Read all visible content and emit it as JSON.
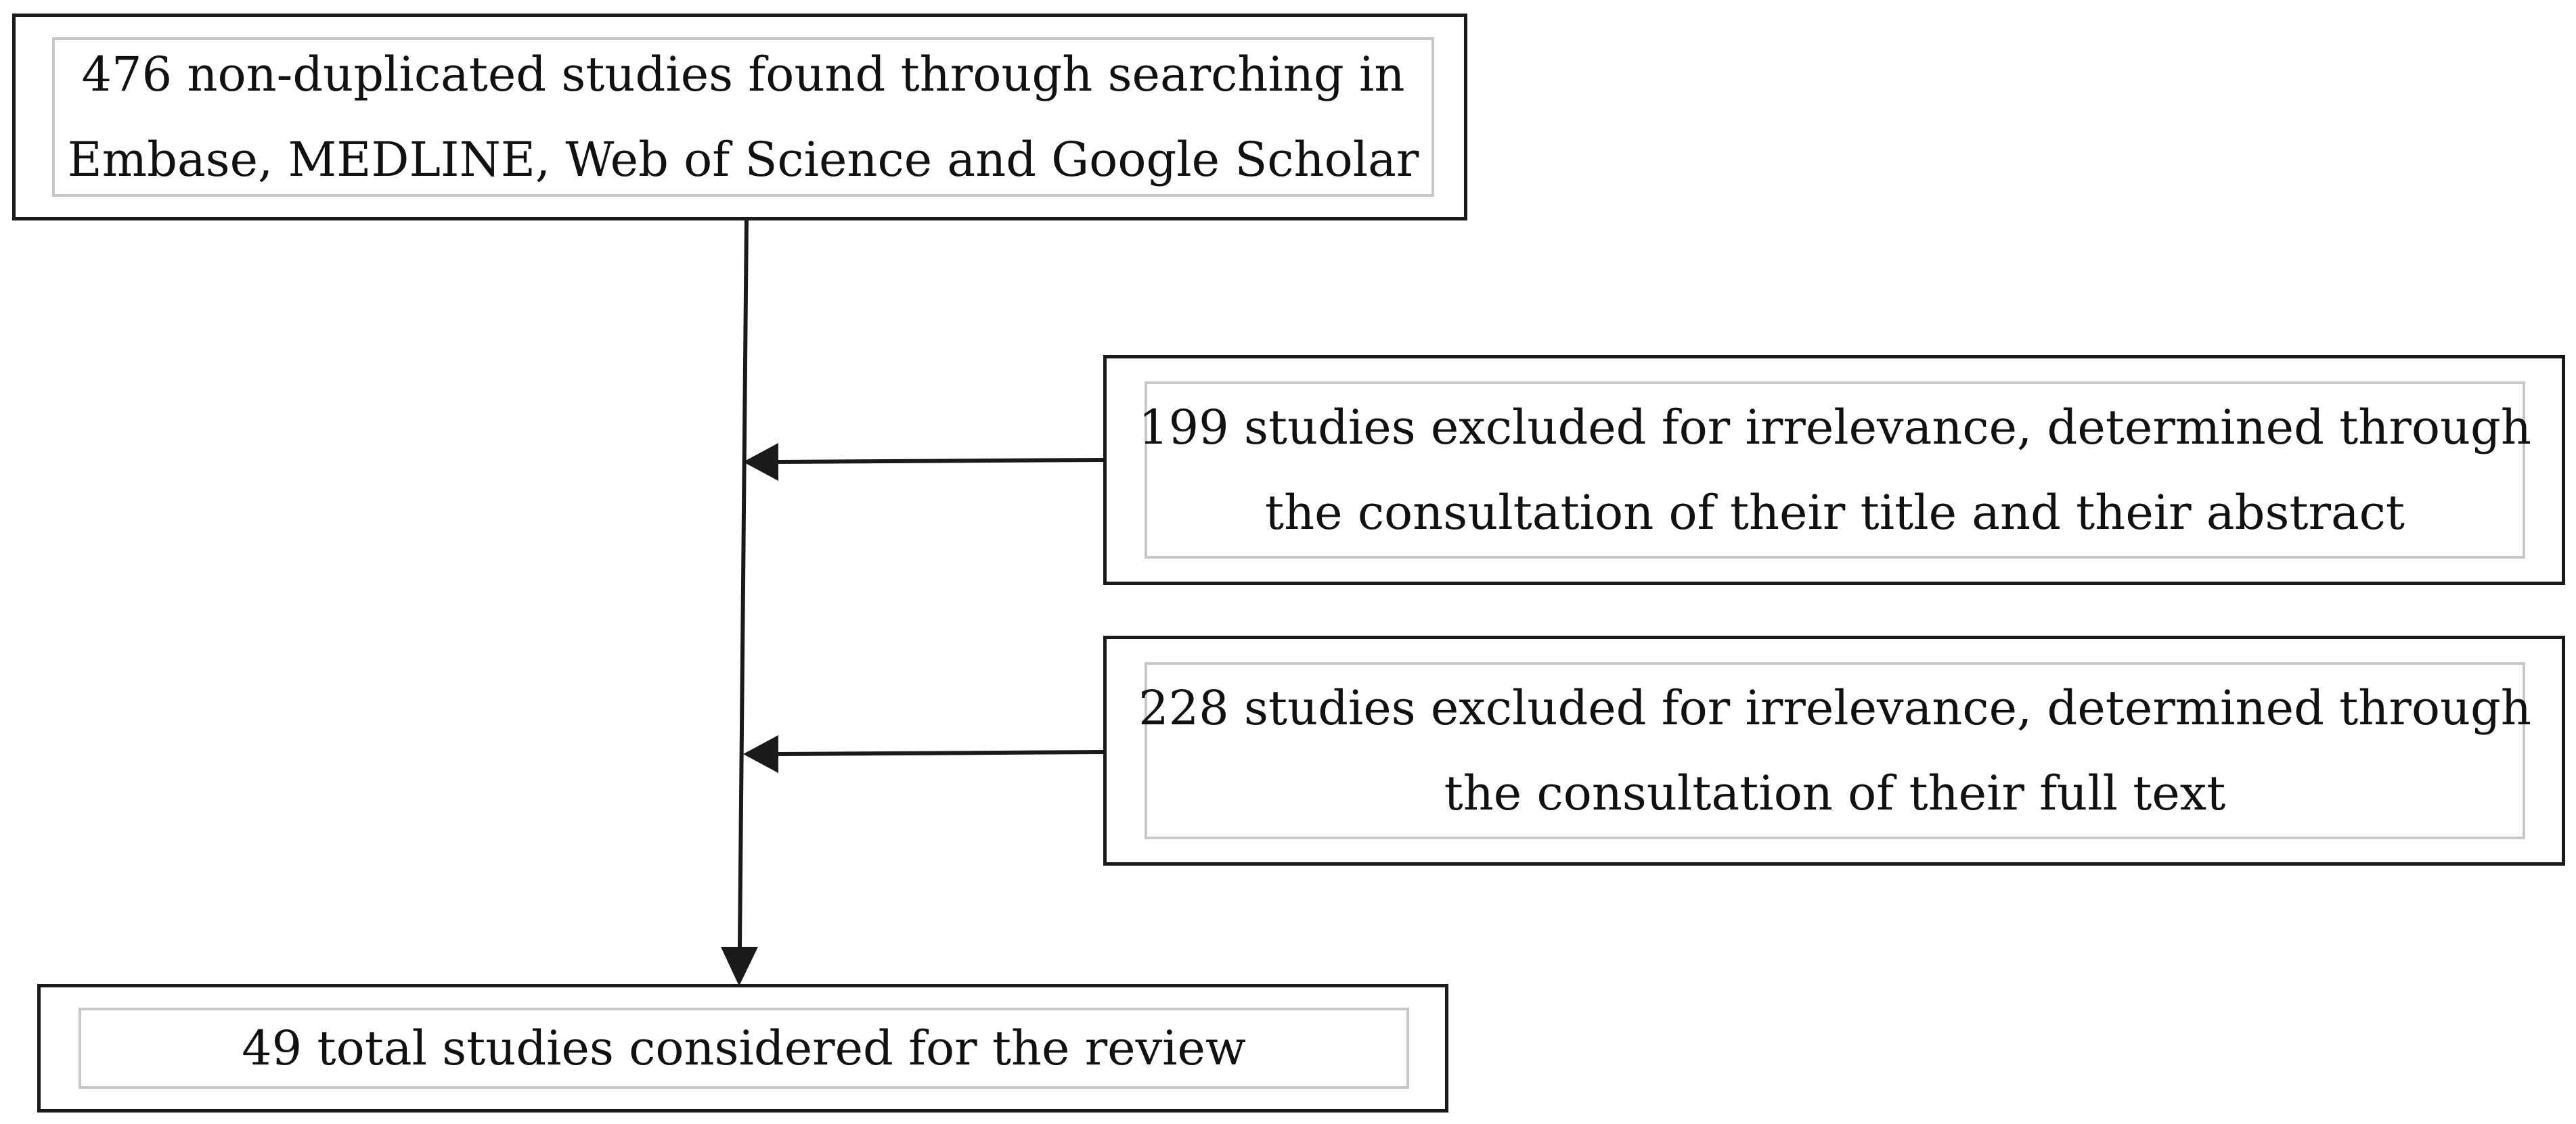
{
  "boxes": {
    "start": {
      "line1": "476 non-duplicated studies found through searching in",
      "line2": "Embase, MEDLINE, Web of Science and Google Scholar"
    },
    "exclusion1": {
      "line1": "199 studies excluded for irrelevance, determined through",
      "line2": "the consultation of their title and their abstract"
    },
    "exclusion2": {
      "line1": "228 studies excluded for irrelevance, determined through",
      "line2": "the consultation of their full text"
    },
    "result": {
      "line1": "49 total studies considered for the review"
    }
  },
  "colors": {
    "border": "#1a1a1a",
    "inner_border": "#c8c8c8",
    "arrow": "#1a1a1a"
  }
}
